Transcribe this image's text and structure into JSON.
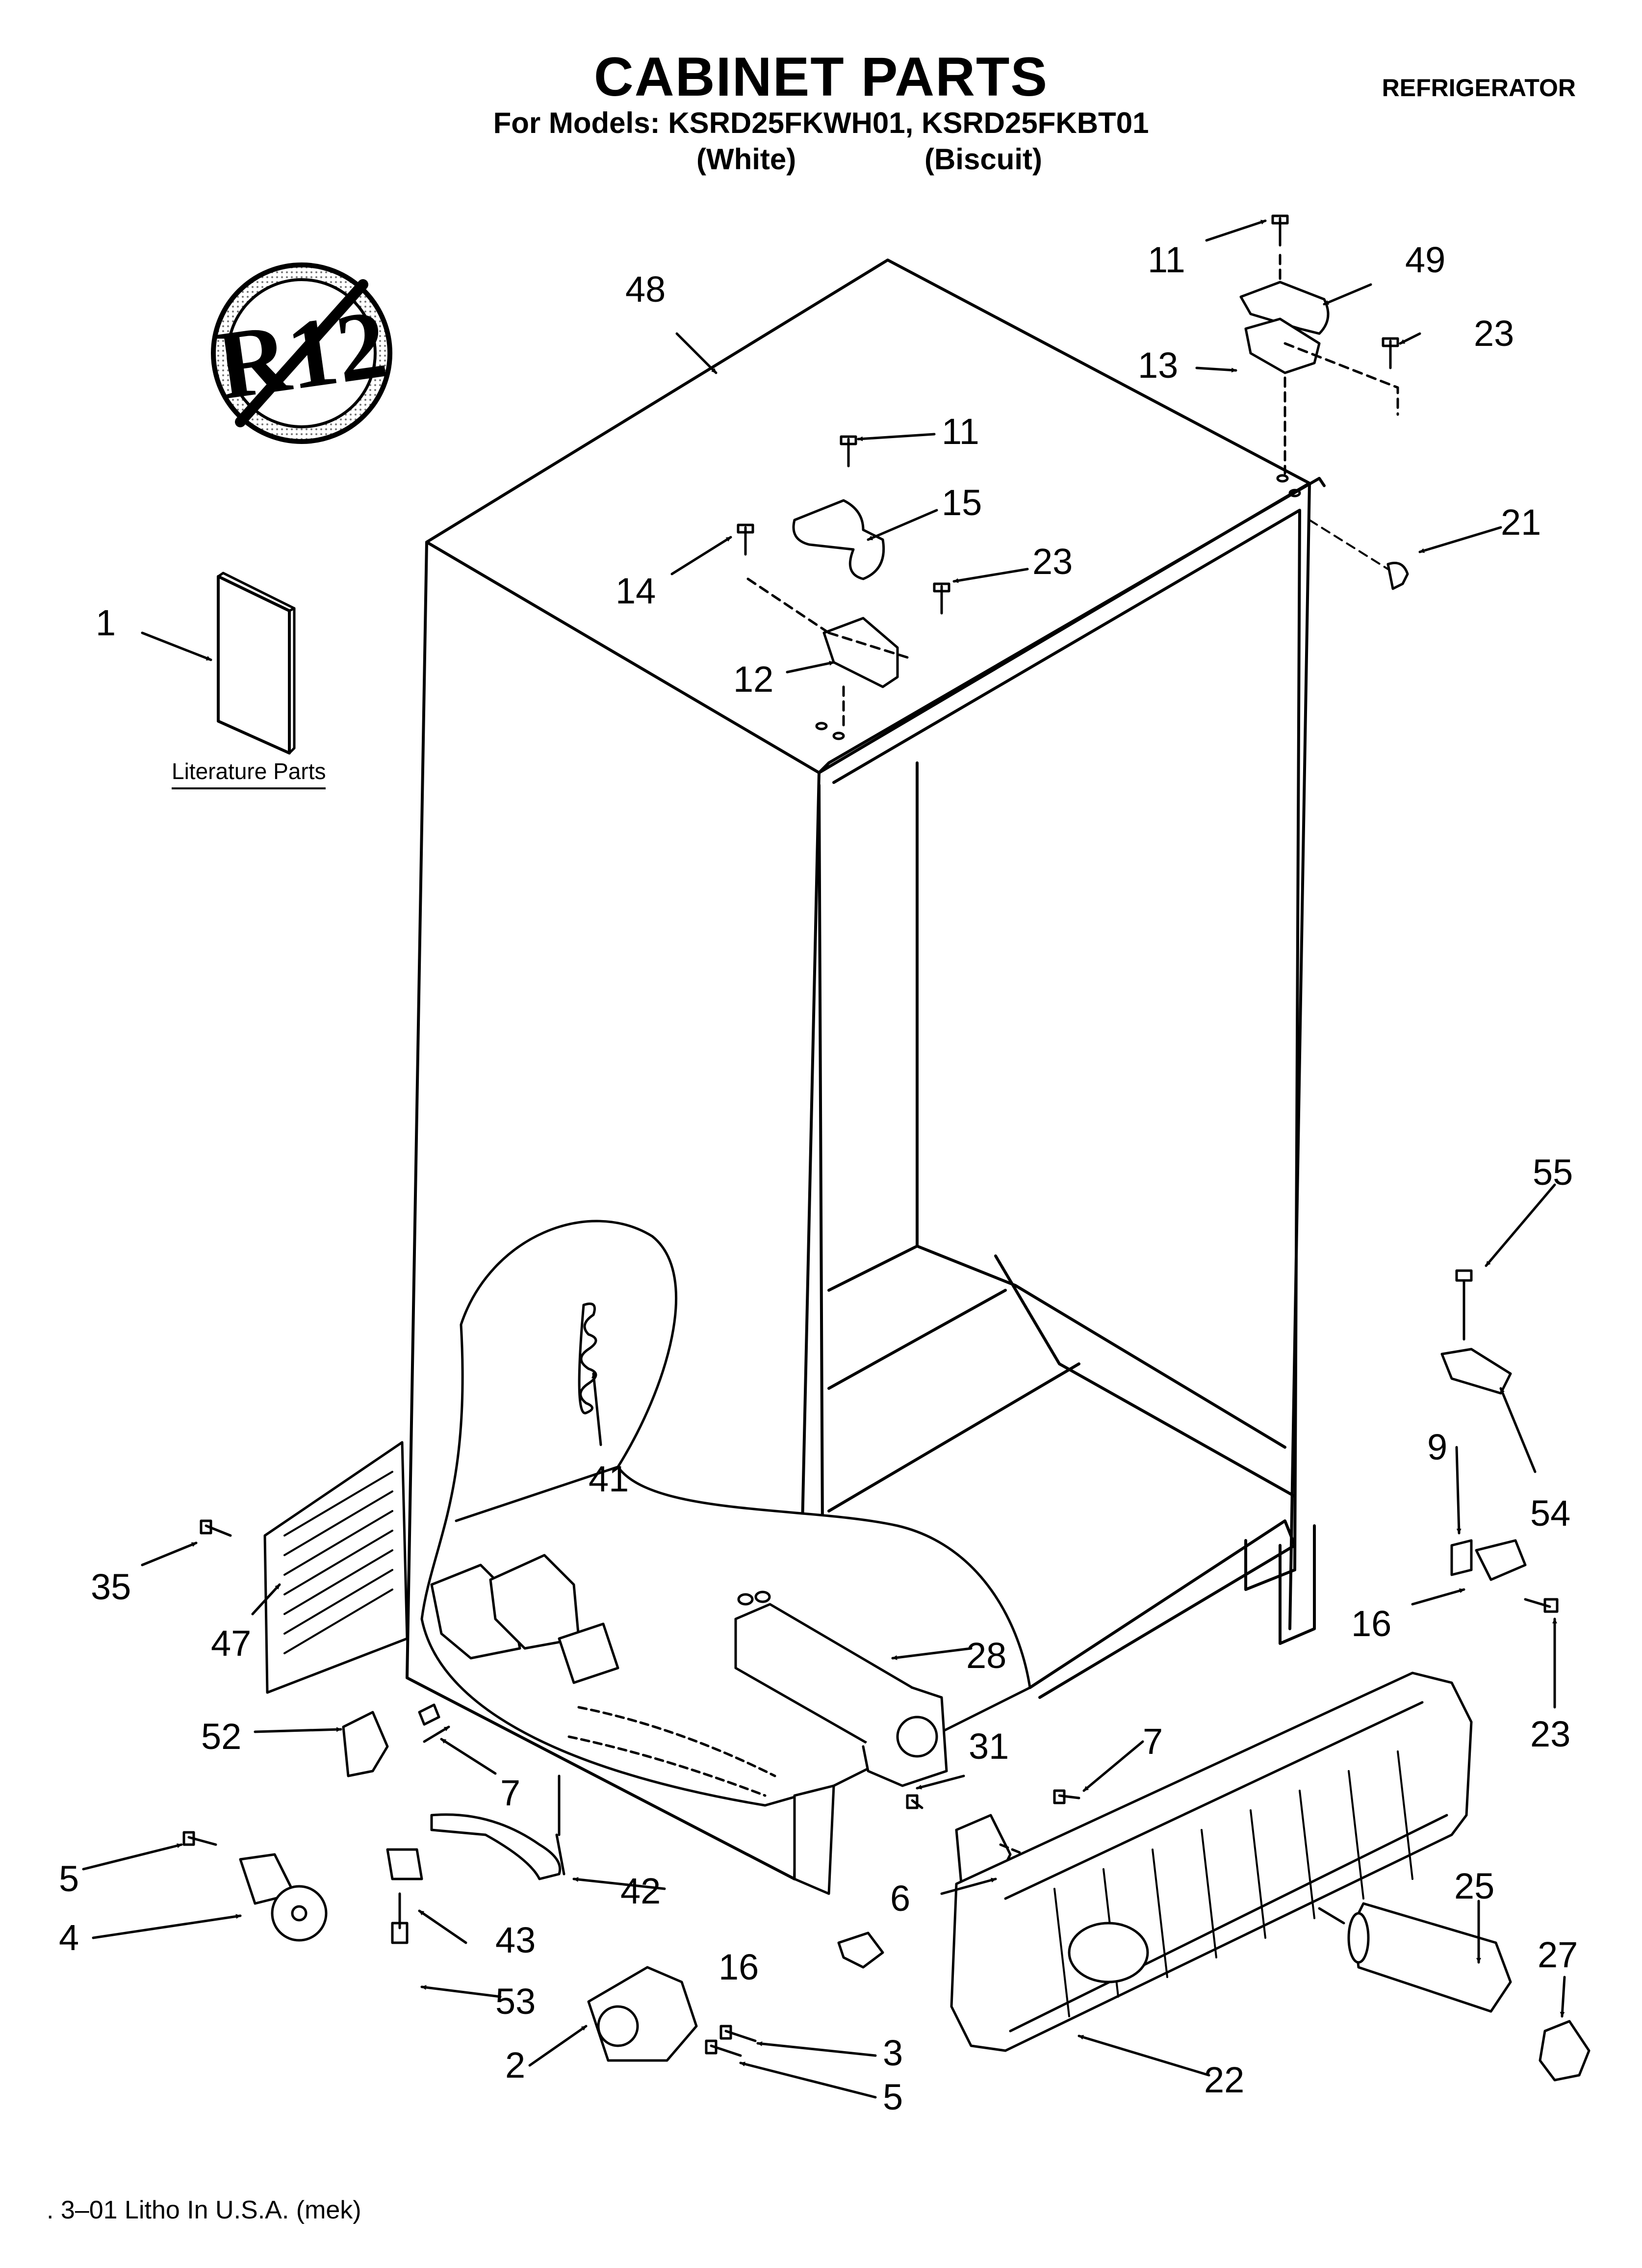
{
  "header": {
    "title": "CABINET PARTS",
    "subtitle": "For Models: KSRD25FKWH01, KSRD25FKBT01",
    "variant_white": "(White)",
    "variant_biscuit": "(Biscuit)",
    "category": "REFRIGERATOR"
  },
  "badge": {
    "text": "R12",
    "icon": "no-r12-prohibition-icon"
  },
  "literature_label": "Literature Parts",
  "footer": ". 3–01 Litho In U.S.A. (mek)",
  "callouts": {
    "c1": "1",
    "c2": "2",
    "c3": "3",
    "c4": "4",
    "c5a": "5",
    "c5b": "5",
    "c6": "6",
    "c7a": "7",
    "c7b": "7",
    "c9": "9",
    "c11a": "11",
    "c11b": "11",
    "c12": "12",
    "c13": "13",
    "c14": "14",
    "c15": "15",
    "c16a": "16",
    "c16b": "16",
    "c21": "21",
    "c22": "22",
    "c23a": "23",
    "c23b": "23",
    "c23c": "23",
    "c25": "25",
    "c27": "27",
    "c28": "28",
    "c31": "31",
    "c35": "35",
    "c41": "41",
    "c42": "42",
    "c43": "43",
    "c47": "47",
    "c48": "48",
    "c49": "49",
    "c52": "52",
    "c53": "53",
    "c54": "54",
    "c55": "55"
  }
}
